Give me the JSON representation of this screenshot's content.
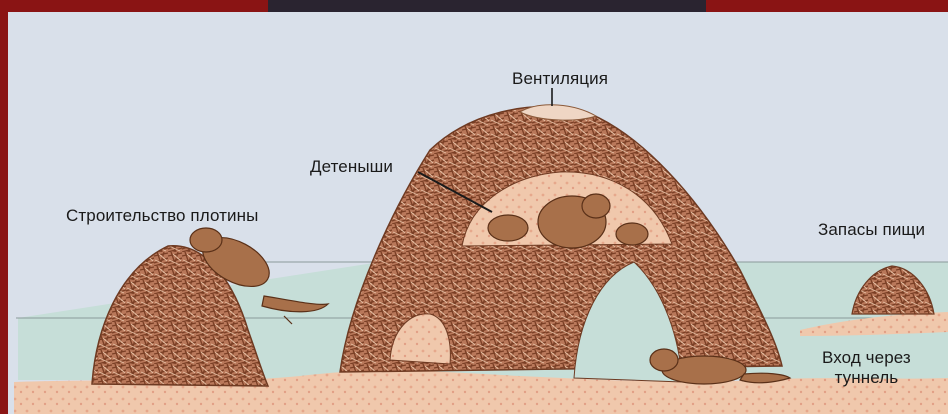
{
  "labels": {
    "ventilation": "Вентиляция",
    "young": "Детеныши",
    "dam_building": "Строительство плотины",
    "food_stores": "Запасы пищи",
    "tunnel_entrance_line1": "Вход через",
    "tunnel_entrance_line2": "туннель"
  },
  "colors": {
    "frame": "#8a1414",
    "sky": "#d9e0ea",
    "water": "#c6ded8",
    "sticks": "#9a5a38",
    "mud": "#f0c4a8",
    "beaver": "#a8704a"
  }
}
